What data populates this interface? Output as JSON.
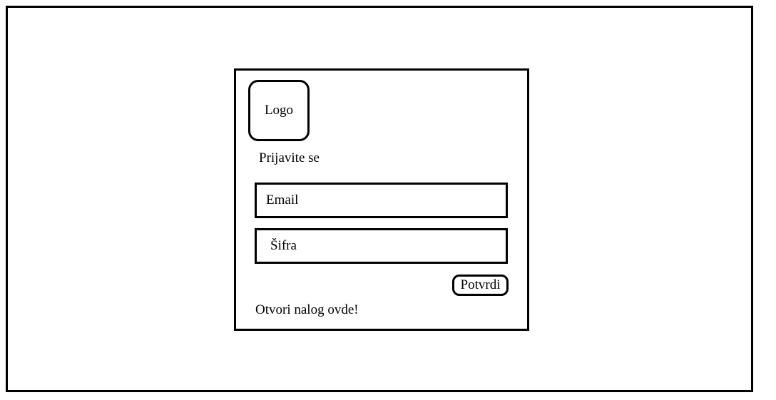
{
  "login": {
    "logo_text": "Logo",
    "heading": "Prijavite se",
    "email_placeholder": "Email",
    "password_placeholder": "Šifra",
    "submit_label": "Potvrdi",
    "register_link": "Otvori nalog ovde!"
  },
  "colors": {
    "border": "#000000",
    "background": "#ffffff",
    "text": "#000000"
  }
}
